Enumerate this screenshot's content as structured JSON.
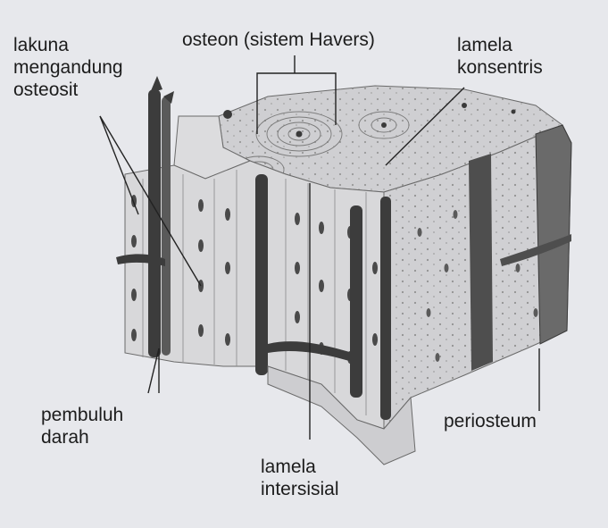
{
  "labels": {
    "lakuna": [
      "lakuna",
      "mengandung",
      "osteosit"
    ],
    "osteon": "osteon (sistem Havers)",
    "lamela_konsentris": [
      "lamela",
      "konsentris"
    ],
    "pembuluh_darah": [
      "pembuluh",
      "darah"
    ],
    "lamela_intersisial": [
      "lamela",
      "intersisial"
    ],
    "periosteum": "periosteum"
  }
}
